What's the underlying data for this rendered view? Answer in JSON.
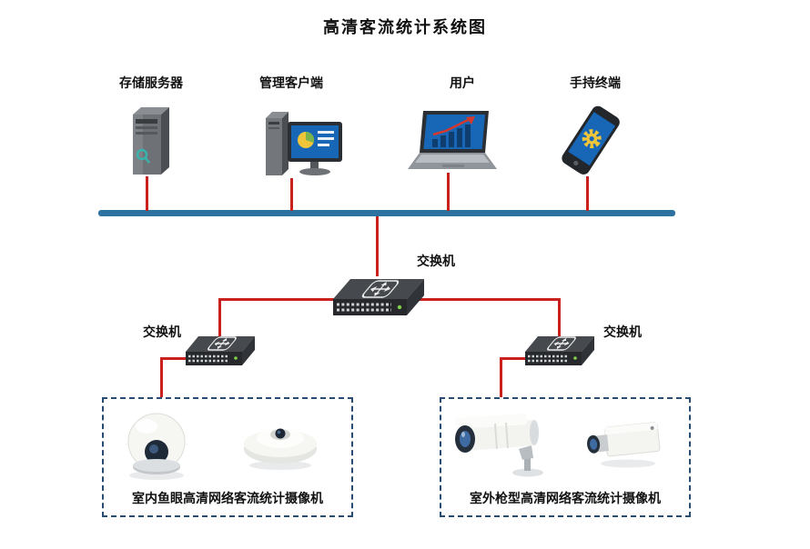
{
  "title": "高清客流统计系统图",
  "top_devices": [
    {
      "label": "存储服务器"
    },
    {
      "label": "管理客户端"
    },
    {
      "label": "用户"
    },
    {
      "label": "手持终端"
    }
  ],
  "switches": {
    "core": {
      "label": "交换机"
    },
    "left": {
      "label": "交换机"
    },
    "right": {
      "label": "交换机"
    }
  },
  "camera_groups": {
    "indoor": {
      "label": "室内鱼眼高清网络客流统计摄像机"
    },
    "outdoor": {
      "label": "室外枪型高清网络客流统计摄像机"
    }
  },
  "icons": {
    "storage_server": "tower-server-icon",
    "management_client": "desktop-computer-icon",
    "user": "laptop-icon",
    "handheld_terminal": "smartphone-icon",
    "switch": "network-switch-icon",
    "indoor_cameras": [
      "dome-camera-icon",
      "fisheye-camera-icon"
    ],
    "outdoor_cameras": [
      "bullet-camera-icon",
      "box-camera-icon"
    ]
  },
  "colors": {
    "bus": "#2d72a0",
    "connection": "#c9211e",
    "dashed_border": "#274b73",
    "screen_blue": "#1767b6"
  }
}
